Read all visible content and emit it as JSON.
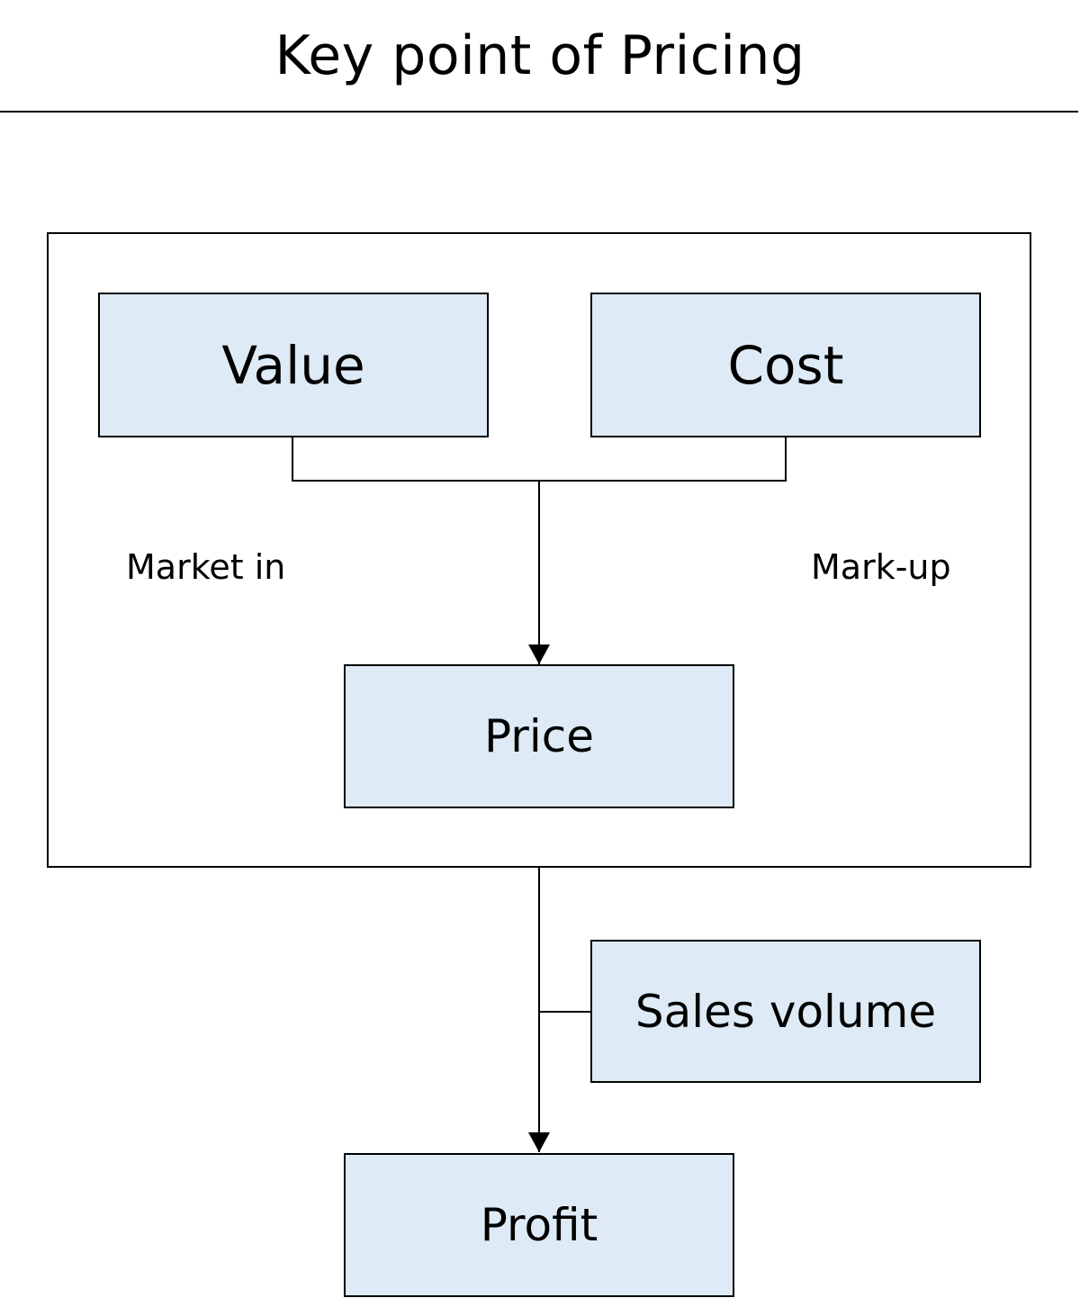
{
  "title": "Key point of Pricing",
  "nodes": {
    "value": "Value",
    "cost": "Cost",
    "price": "Price",
    "sales_volume": "Sales volume",
    "profit": "Profit"
  },
  "labels": {
    "left": "Market in",
    "right": "Mark-up"
  },
  "colors": {
    "box_fill": "#deebf6",
    "line": "#000000"
  }
}
